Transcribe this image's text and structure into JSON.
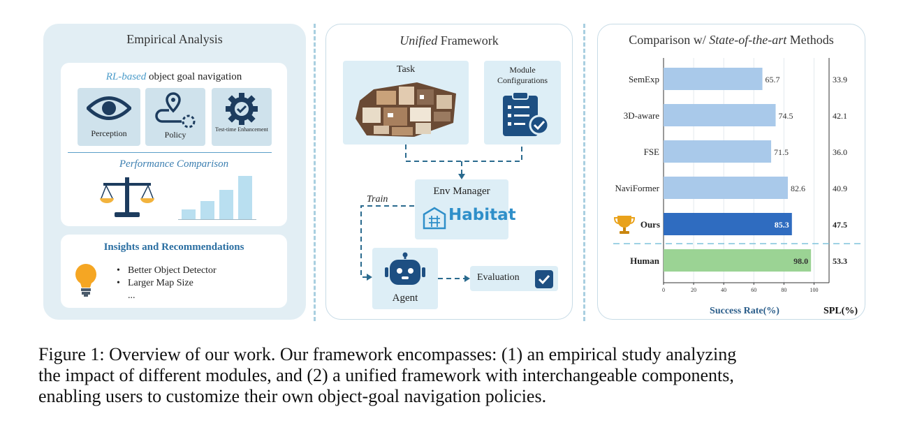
{
  "left": {
    "title": "Empirical Analysis",
    "rl_prefix": "RL-based",
    "rl_suffix": " object goal navigation",
    "modules": [
      {
        "label": "Perception",
        "icon": "eye-icon"
      },
      {
        "label": "Policy",
        "icon": "route-pin-icon"
      },
      {
        "label": "Test-time Enhancement",
        "icon": "gear-check-icon"
      }
    ],
    "perf_title": "Performance Comparison",
    "insights_title": "Insights and Recommendations",
    "insights": [
      "Better Object Detector",
      "Larger Map Size",
      "..."
    ]
  },
  "mid": {
    "title_italic": "Unified",
    "title_rest": " Framework",
    "task": "Task",
    "module_config_1": "Module",
    "module_config_2": "Configurations",
    "env_manager": "Env Manager",
    "habitat": "Habitat",
    "train": "Train",
    "agent": "Agent",
    "evaluation": "Evaluation"
  },
  "right": {
    "title_prefix": "Comparison w/ ",
    "title_italic": "State-of-the-art",
    "title_suffix": " Methods"
  },
  "chart_data": {
    "type": "bar",
    "orientation": "horizontal",
    "categories": [
      "SemExp",
      "3D-aware",
      "FSE",
      "NaviFormer",
      "Ours",
      "Human"
    ],
    "series": [
      {
        "name": "Success Rate(%)",
        "values": [
          65.7,
          74.5,
          71.5,
          82.6,
          85.3,
          98.0
        ]
      },
      {
        "name": "SPL(%)",
        "values": [
          33.9,
          42.1,
          36.0,
          40.9,
          47.5,
          53.3
        ]
      }
    ],
    "xlabel": "Success Rate(%)",
    "spl_label": "SPL(%)",
    "xlim": [
      0,
      110
    ],
    "xticks": [
      0,
      20,
      40,
      60,
      80,
      100
    ],
    "colors": {
      "base": "#a9c9ea",
      "ours": "#2f6cc0",
      "human": "#9bd394"
    }
  },
  "caption": {
    "line1": "Figure 1: Overview of our work. Our framework encompasses: (1) an empirical study analyzing",
    "line2": "the impact of different modules, and (2) a unified framework with interchangeable components,",
    "line3": "enabling users to customize their own object-goal navigation policies."
  }
}
